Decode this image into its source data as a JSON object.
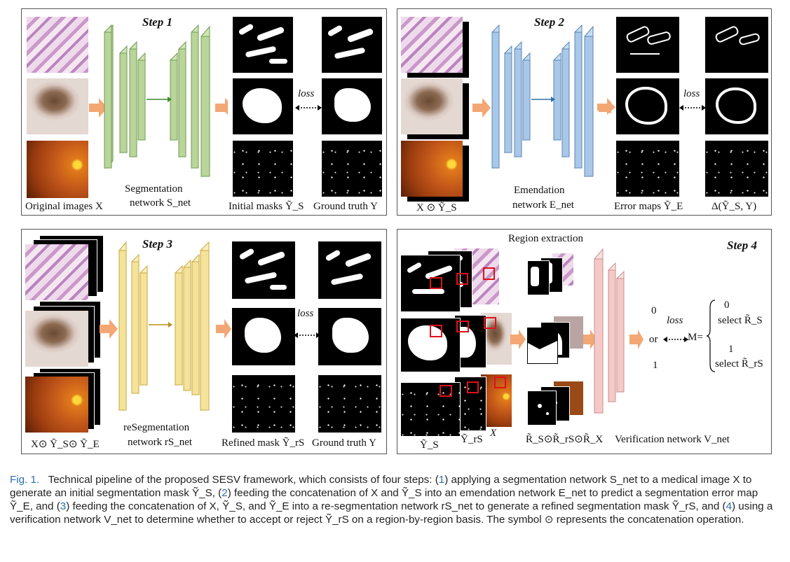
{
  "steps": {
    "step1": {
      "title": "Step 1",
      "input_label": "Original images X",
      "network_label_line1": "Segmentation",
      "network_label_line2": "network S_net",
      "output_label": "Initial masks Ỹ_S",
      "target_label": "Ground truth Y",
      "loss_label": "loss"
    },
    "step2": {
      "title": "Step 2",
      "input_label": "X ⊙ Ỹ_S",
      "network_label_line1": "Emendation",
      "network_label_line2": "network E_net",
      "output_label": "Error maps Ỹ_E",
      "target_label": "Δ(Ỹ_S, Y)",
      "loss_label": "loss"
    },
    "step3": {
      "title": "Step 3",
      "input_label": "X⊙ Ỹ_S⊙ Ỹ_E",
      "network_label_line1": "reSegmentation",
      "network_label_line2": "network rS_net",
      "output_label": "Refined mask Ỹ_rS",
      "target_label": "Ground truth Y",
      "loss_label": "loss"
    },
    "step4": {
      "title": "Step 4",
      "region_label": "Region extraction",
      "label_ys": "Ỹ_S",
      "label_yrs": "Ỹ_rS",
      "label_x": "X",
      "regions_label": "R̃_S⊙R̃_rS⊙R̃_X",
      "network_label": "Verification network V_net",
      "out_zero": "0",
      "out_or": "or",
      "out_one": "1",
      "loss_label": "loss",
      "m_eq": "M=",
      "case0_value": "0",
      "case0_text": "select R̃_S",
      "case1_value": "1",
      "case1_text": "select R̃_rS"
    }
  },
  "caption": {
    "fig": "Fig. 1.",
    "text_1": "Technical pipeline of the proposed SESV framework, which consists of four steps: (",
    "n1": "1",
    "text_2": ") applying a segmentation network S_net to a medical image X to generate an initial segmentation mask Ỹ_S, (",
    "n2": "2",
    "text_3": ") feeding the concatenation of X and Ỹ_S into an emendation network E_net to predict a segmentation error map Ỹ_E, and (",
    "n3": "3",
    "text_4": ") feeding the concatenation of X, Ỹ_S, and Ỹ_E into a re-segmentation network rS_net to generate a refined segmentation mask Ỹ_rS, and (",
    "n4": "4",
    "text_5": ") using a verification network V_net to determine whether to accept or reject Ỹ_rS on a region-by-region basis. The symbol ⊙ represents the concatenation operation."
  },
  "colors": {
    "green_block": "#b9d59a",
    "blue_block": "#a9c8e8",
    "yellow_block": "#f5e29b",
    "pink_block": "#f4c9c8",
    "arrow_orange": "#f2a774",
    "box_red": "#e0101a",
    "caption_blue": "#2c6fb0"
  }
}
